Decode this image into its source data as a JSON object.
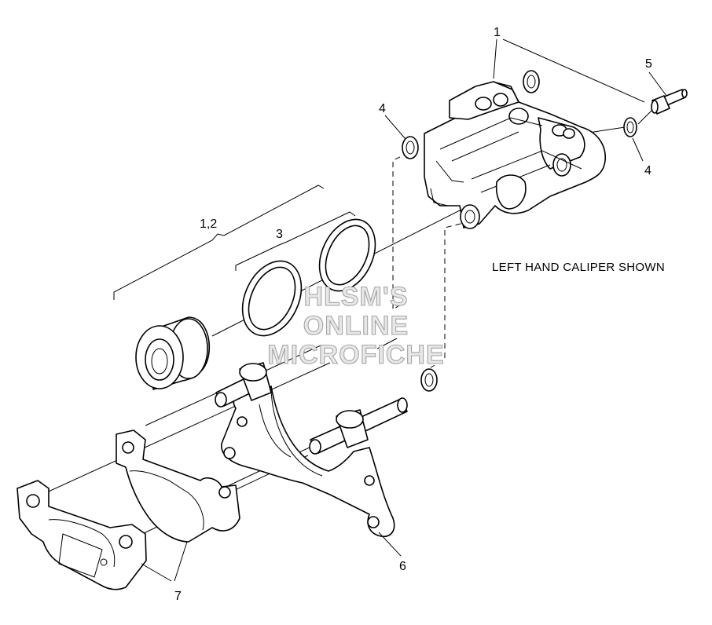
{
  "diagram": {
    "note": "LEFT HAND CALIPER SHOWN",
    "callouts": {
      "c1": "1",
      "c12": "1,2",
      "c3": "3",
      "c4a": "4",
      "c4b": "4",
      "c5": "5",
      "c6": "6",
      "c7": "7"
    },
    "watermark": {
      "line1": "HLSM'S",
      "line2": "ONLINE",
      "line3": "MICROFICHE"
    }
  }
}
